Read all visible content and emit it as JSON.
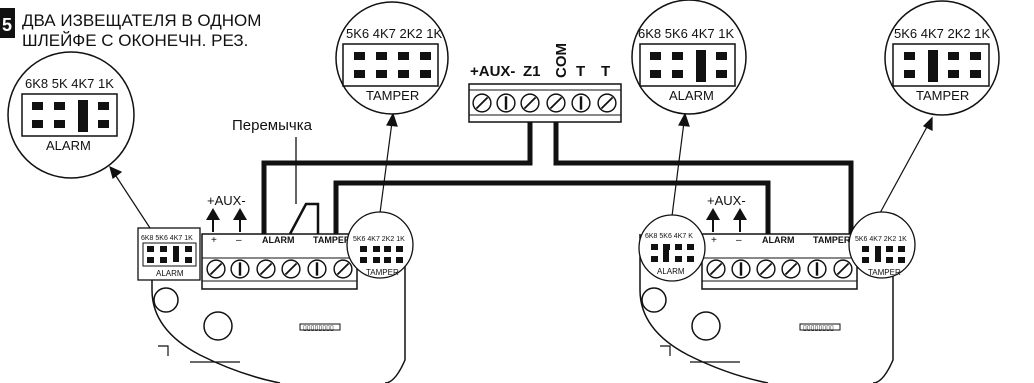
{
  "header": {
    "step_number": "5",
    "title_line1": "ДВА ИЗВЕЩАТЕЛЯ В ОДНОМ",
    "title_line2": "ШЛЕЙФЕ С ОКОНЕЧН. РЕЗ."
  },
  "panel": {
    "terminal_labels": [
      "+AUX-",
      "Z1",
      "COM",
      "T",
      "T"
    ]
  },
  "jumper_label": "Перемычка",
  "bubbles": {
    "left_alarm": {
      "values": "6K8 5K 4K7 1K",
      "caption": "ALARM"
    },
    "left_tamper": {
      "values": "5K6 4K7 2K2 1K",
      "caption": "TAMPER"
    },
    "right_alarm": {
      "values": "6K8 5K6 4K7 1K",
      "caption": "ALARM"
    },
    "right_tamper": {
      "values": "5K6 4K7 2K2 1K",
      "caption": "TAMPER"
    }
  },
  "detector_left": {
    "aux_label": "+AUX-",
    "terminal_plus": "+",
    "terminal_minus": "–",
    "alarm_label": "ALARM",
    "tamper_label": "TAMPER",
    "alarm_values": "6K8 5K6 4K7 1K",
    "alarm_caption": "ALARM",
    "tamper_values": "5K6 4K7 2K2 1K",
    "tamper_caption": "TAMPER"
  },
  "detector_right": {
    "aux_label": "+AUX-",
    "terminal_plus": "+",
    "terminal_minus": "–",
    "alarm_label": "ALARM",
    "tamper_label": "TAMPER",
    "alarm_values": "6K8 5K6 4K7 K",
    "alarm_caption": "ALARM",
    "tamper_values": "5K6 4K7 2K2 1K",
    "tamper_caption": "TAMPER"
  }
}
